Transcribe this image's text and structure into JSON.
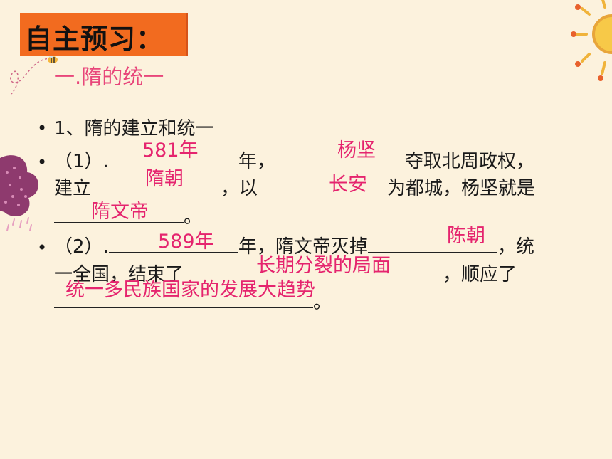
{
  "heading": "自主预习：",
  "section_title": "一.隋的统一",
  "item1": "1、隋的建立和统一",
  "p1": {
    "num": "（1）.",
    "t_year": "年，",
    "t_seize": "夺取北周政权，",
    "t_found": "建立",
    "t_with": "，以",
    "t_capital": "为都城，杨坚就是",
    "t_end": "。",
    "answers": {
      "year": "581年",
      "person": "杨坚",
      "dynasty": "隋朝",
      "capital": "长安",
      "emperor": "隋文帝"
    }
  },
  "p2": {
    "num": "（2）.",
    "t_year": "年，隋文帝灭掉",
    "t_tong": "，统",
    "t_unify": "一全国，结束了",
    "t_conform": "，顺应了",
    "t_end": "。",
    "answers": {
      "year": "589年",
      "dynasty": "陈朝",
      "ended": "长期分裂的局面",
      "trend": "统一多民族国家的发展大趋势"
    }
  },
  "colors": {
    "background": "#fcf2dd",
    "heading_bg": "#f26b1f",
    "answer": "#e5246e",
    "subtitle": "#e8467a"
  }
}
